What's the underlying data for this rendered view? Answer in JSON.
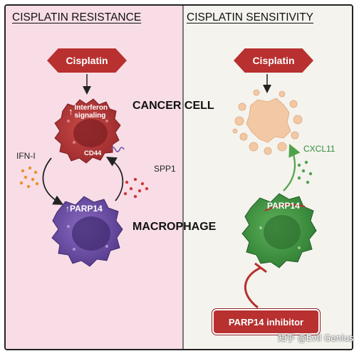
{
  "left_panel": {
    "heading": "CISPLATIN RESISTANCE",
    "drug": "Cisplatin",
    "cancer_cell_text": {
      "arrow": "↑",
      "line1": "Interferon",
      "line2": "signaling",
      "marker": "CD44"
    },
    "ifn_label": "IFN-I",
    "spp1_label": "SPP1",
    "macrophage_text": "↑PARP14",
    "colors": {
      "background": "#f8dde7",
      "cancer_cell": "#b73535",
      "macrophage": "#6d4ea3"
    }
  },
  "center_labels": {
    "cancer": "CANCER CELL",
    "macrophage": "MACROPHAGE"
  },
  "right_panel": {
    "heading": "CISPLATIN SENSITIVITY",
    "drug": "Cisplatin",
    "cxcl11_label": "CXCL11",
    "macrophage_text": "PARP14",
    "inhibitor": "PARP14 inhibitor",
    "colors": {
      "background": "#f4f3ee",
      "dying_cell": "#f2c9a4",
      "macrophage": "#3f9a3f",
      "arrow": "#4fa24a"
    }
  },
  "watermark": "知乎 @Evil Genius"
}
